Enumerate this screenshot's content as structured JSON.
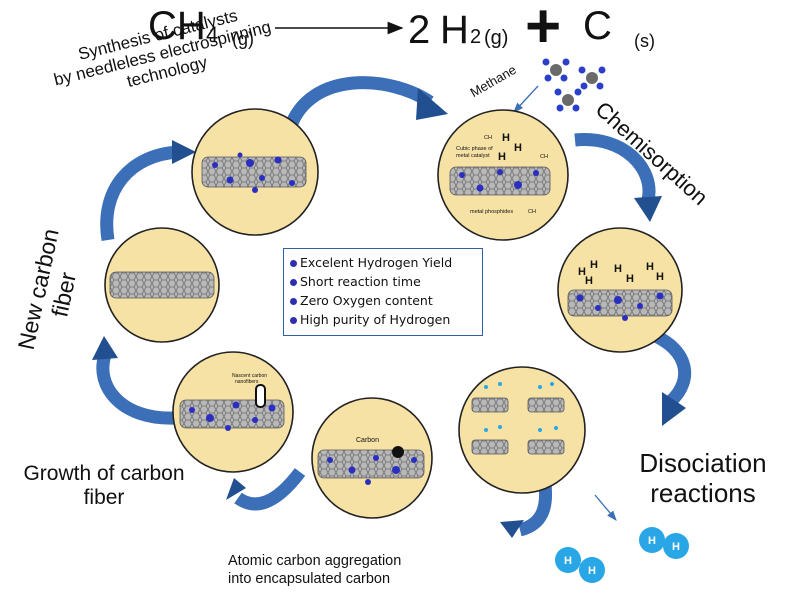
{
  "equation": {
    "reactant": "CH",
    "reactant_sub": "4",
    "reactant_state": "(g)",
    "coef": "2",
    "product1": "H",
    "product1_sub": "2",
    "product1_state": "(g)",
    "plus": "+",
    "product2": "C",
    "product2_state": "(s)"
  },
  "labels": {
    "synthesis": [
      "Synthesis of catalysts",
      "by needleless electrospinning",
      "technology"
    ],
    "methane": "Methane",
    "chemisorption": "Chemisorption",
    "new_carbon_fiber": [
      "New carbon",
      "fiber"
    ],
    "growth": [
      "Growth of carbon",
      "fiber"
    ],
    "disociation": [
      "Disociation",
      "reactions"
    ],
    "aggregation": [
      "Atomic carbon aggregation",
      "into encapsulated carbon"
    ]
  },
  "stage_labels": {
    "cubic_phase": [
      "Cubic phase of",
      "metal catalyst"
    ],
    "metal_phosphides": "metal phosphides",
    "ch4": "CH",
    "carbon": "Carbon",
    "nascent": [
      "Nascent carbon",
      "nanofibers"
    ]
  },
  "benefits": [
    "Excelent Hydrogen Yield",
    "Short reaction time",
    "Zero Oxygen content",
    "High purity of Hydrogen"
  ],
  "colors": {
    "circle_fill": "#f7e2a6",
    "circle_stroke": "#222222",
    "arrow_blue": "#3b6fb8",
    "arrow_dark": "#214f8f",
    "fiber_gray": "#9b9b9b",
    "catalyst_blue": "#2a2fc0",
    "box_border": "#2f5fa8",
    "h2_blue": "#29a6e6"
  }
}
